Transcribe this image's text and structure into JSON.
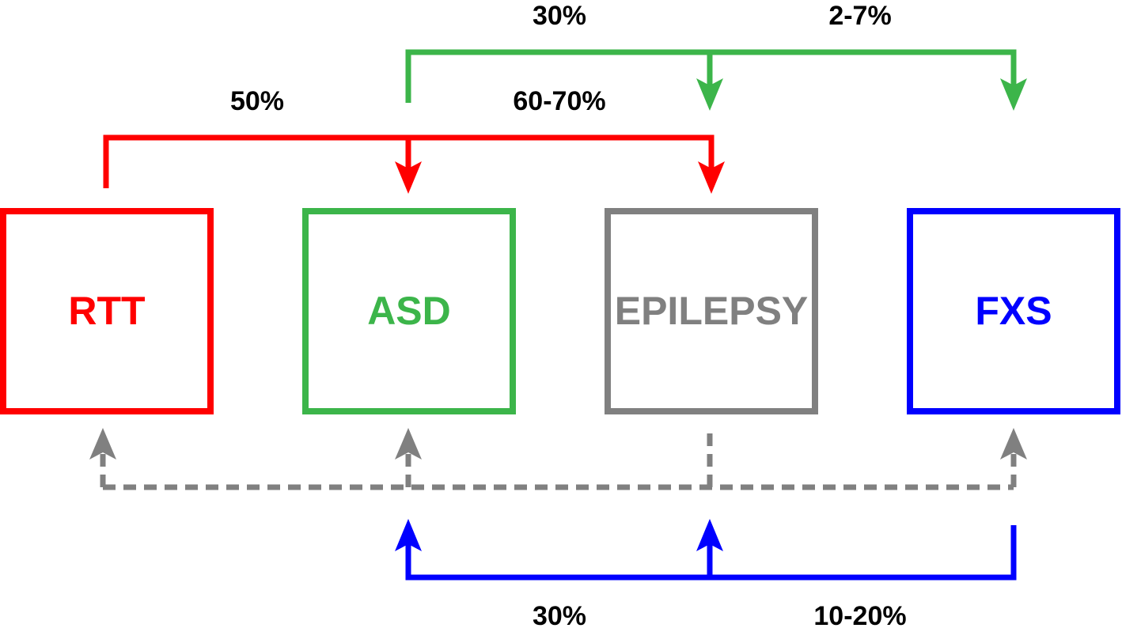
{
  "colors": {
    "rtt": "#ff0000",
    "asd": "#3cb54a",
    "epilepsy": "#808080",
    "fxs": "#0000ff",
    "text": "#000000"
  },
  "boxes": {
    "rtt": "RTT",
    "asd": "ASD",
    "epilepsy": "EPILEPSY",
    "fxs": "FXS"
  },
  "links": {
    "asd_to_epilepsy": "30%",
    "asd_to_fxs": "2-7%",
    "rtt_to_asd": "50%",
    "rtt_to_epilepsy": "60-70%",
    "fxs_to_asd": "30%",
    "fxs_to_epilepsy": "10-20%"
  }
}
